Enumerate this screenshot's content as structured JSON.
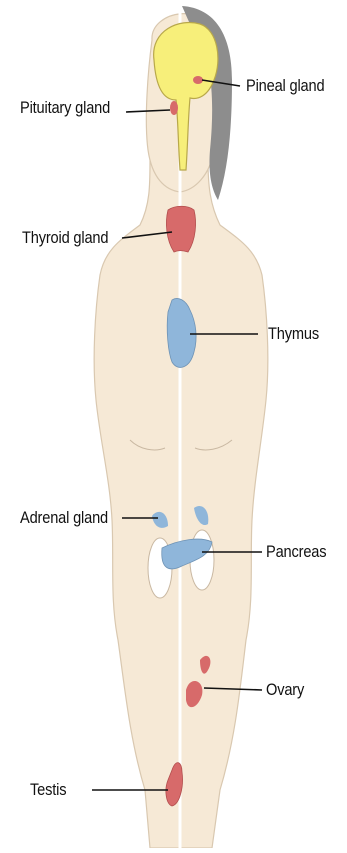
{
  "colors": {
    "skin": "#f6e9d6",
    "skin_outline": "#c9b8a2",
    "hair": "#8d8d8d",
    "brain": "#f7ef7a",
    "brain_outline": "#b8a84a",
    "gland_red": "#d76a6a",
    "thymus_blue": "#8fb6da",
    "kidney_white": "#ffffff",
    "leader": "#111111"
  },
  "labels": {
    "pineal": "Pineal gland",
    "pituitary": "Pituitary gland",
    "thyroid": "Thyroid gland",
    "thymus": "Thymus",
    "adrenal": "Adrenal gland",
    "pancreas": "Pancreas",
    "ovary": "Ovary",
    "testis": "Testis"
  }
}
